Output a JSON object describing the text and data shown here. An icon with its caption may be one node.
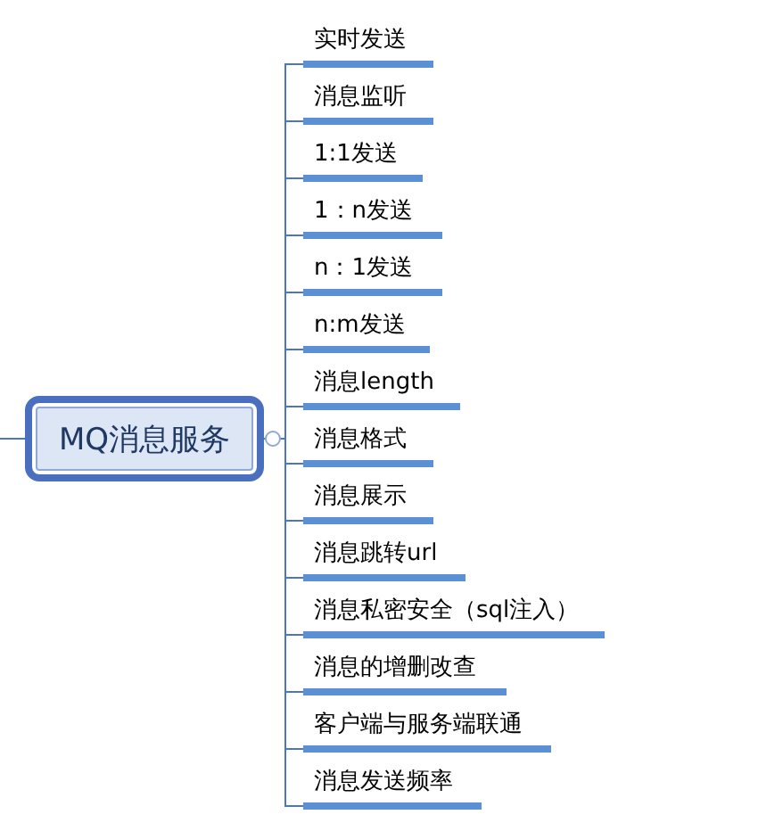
{
  "diagram": {
    "nodes": [
      {
        "text": [
          "MQ消息服务"
        ]
      },
      {
        "text": [
          "实时发送"
        ]
      },
      {
        "text": [
          "消息监听"
        ]
      },
      {
        "text": [
          "1:1发送"
        ]
      },
      {
        "text": [
          "1：n发送"
        ]
      },
      {
        "text": [
          "n：1发送"
        ]
      },
      {
        "text": [
          "n:m发送"
        ]
      },
      {
        "text": [
          "消息length"
        ]
      },
      {
        "text": [
          "消息格式"
        ]
      },
      {
        "text": [
          "消息展示"
        ]
      },
      {
        "text": [
          "消息跳转url"
        ]
      },
      {
        "text": [
          "消息私密安全（sql注入）"
        ]
      },
      {
        "text": [
          "消息的增删改查"
        ]
      },
      {
        "text": [
          "客户端与服务端联通"
        ]
      },
      {
        "text": [
          "消息发送频率"
        ]
      }
    ],
    "edges": [
      {
        "from": null,
        "to": 0,
        "arrow": "none"
      },
      {
        "from": 0,
        "to": 1,
        "arrow": "none"
      },
      {
        "from": 0,
        "to": 2,
        "arrow": "none"
      },
      {
        "from": 0,
        "to": 3,
        "arrow": "none"
      },
      {
        "from": 0,
        "to": 4,
        "arrow": "none"
      },
      {
        "from": 0,
        "to": 5,
        "arrow": "none"
      },
      {
        "from": 0,
        "to": 6,
        "arrow": "none"
      },
      {
        "from": 0,
        "to": 7,
        "arrow": "none"
      },
      {
        "from": 0,
        "to": 8,
        "arrow": "none"
      },
      {
        "from": 0,
        "to": 9,
        "arrow": "none"
      },
      {
        "from": 0,
        "to": 10,
        "arrow": "none"
      },
      {
        "from": 0,
        "to": 11,
        "arrow": "none"
      },
      {
        "from": 0,
        "to": 12,
        "arrow": "none"
      },
      {
        "from": 0,
        "to": 13,
        "arrow": "none"
      },
      {
        "from": 0,
        "to": 14,
        "arrow": "none"
      }
    ]
  }
}
